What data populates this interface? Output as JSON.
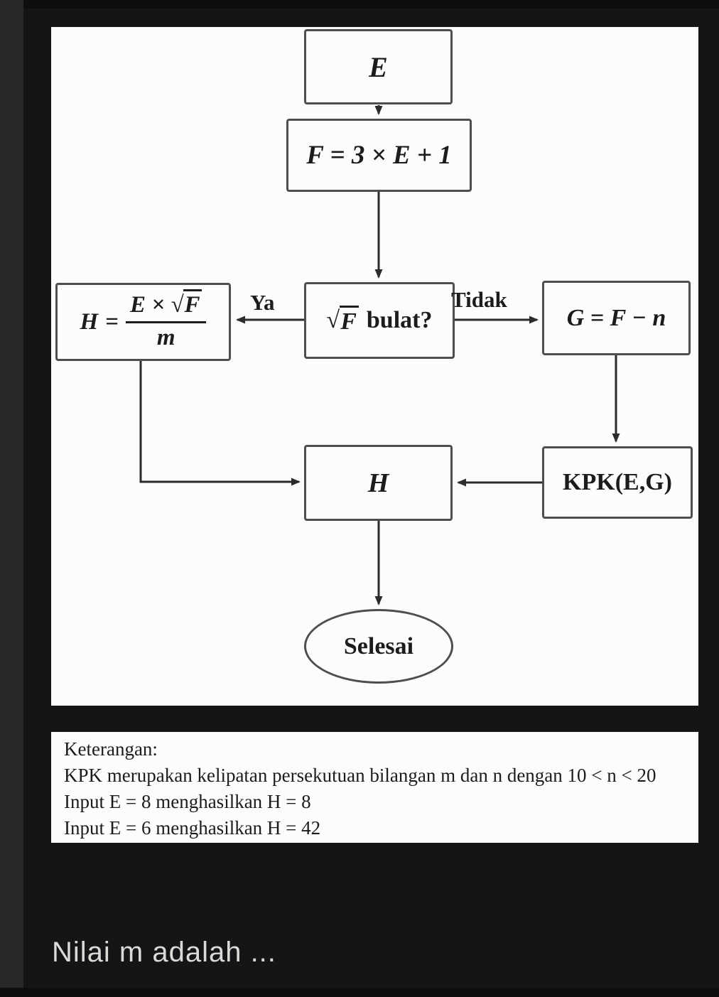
{
  "colors": {
    "bg": "#151517",
    "strip": "#28282b",
    "panel": "#fcfcfc",
    "line": "#4e4e4e",
    "ink": "#1c1c1c",
    "question": "#dcdad7"
  },
  "flowchart": {
    "nodes": {
      "start": "E",
      "assign_f": "F = 3 × E + 1",
      "decision": {
        "sqrt_sign": "√",
        "sqrt_var": "F",
        "suffix": "bulat?"
      },
      "h_formula": {
        "lhs": "H",
        "equals": "=",
        "numerator_pre": "E × √",
        "numerator_var": "F",
        "denominator": "m"
      },
      "assign_g": "G = F − n",
      "kpk": "KPK(E,G)",
      "result": "H",
      "terminal": "Selesai"
    },
    "edge_labels": {
      "yes": "Ya",
      "no": "Tidak"
    }
  },
  "keterangan": {
    "title": "Keterangan:",
    "lines": [
      "KPK merupakan kelipatan persekutuan bilangan m dan n dengan 10 < n < 20",
      "Input E = 8 menghasilkan H = 8",
      "Input E = 6 menghasilkan H = 42"
    ]
  },
  "page": {
    "question": "Nilai m adalah ..."
  }
}
